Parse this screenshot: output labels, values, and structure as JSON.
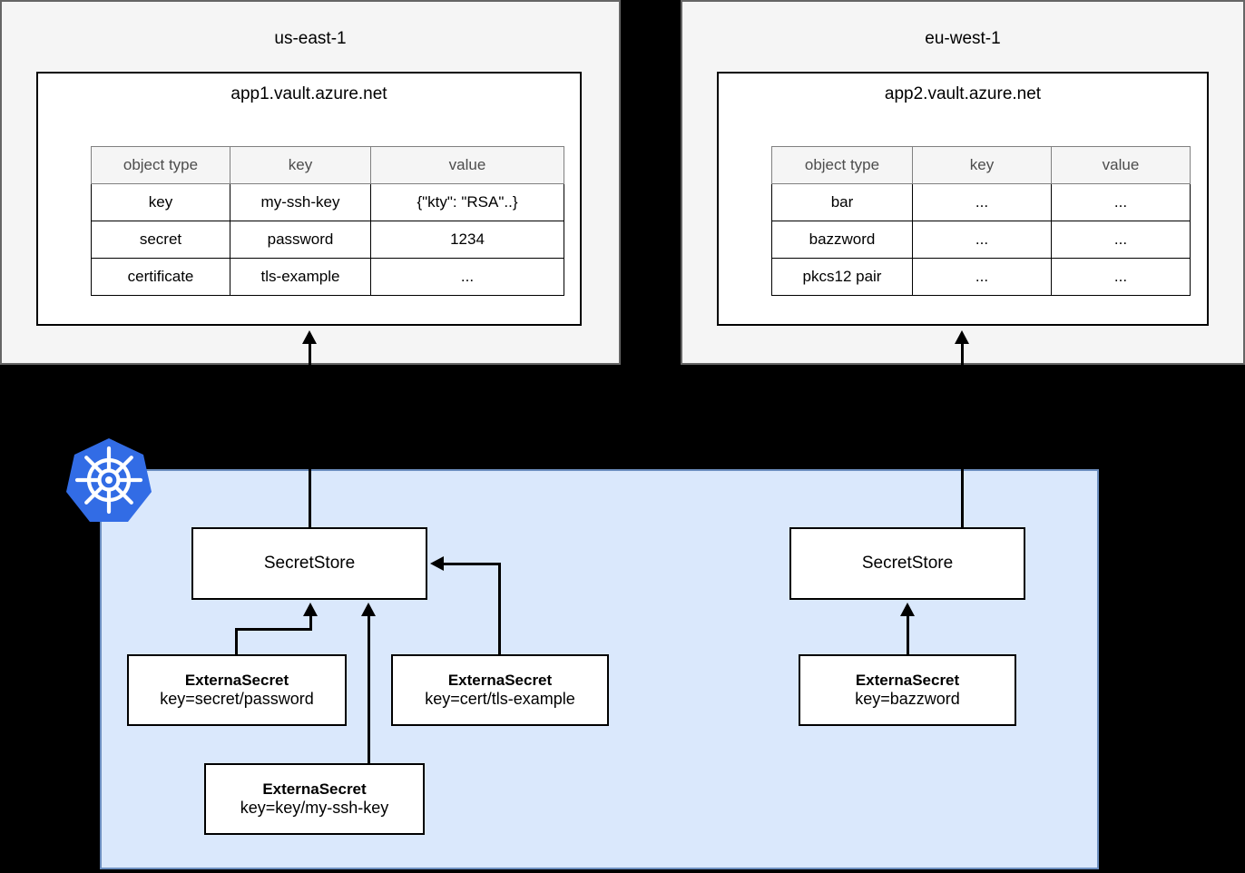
{
  "background_color": "#000000",
  "colors": {
    "region_panel_fill": "#f5f5f5",
    "region_panel_border": "#666666",
    "vault_box_fill": "#ffffff",
    "vault_box_border": "#000000",
    "cluster_fill": "#dae8fc",
    "cluster_border": "#6c8ebf",
    "k8s_blue": "#326ce5",
    "table_header_fill": "#f5f5f5",
    "table_header_text": "#4d4d4d",
    "line": "#000000"
  },
  "regions": [
    {
      "name": "us-east-1",
      "vault": {
        "title": "app1.vault.azure.net",
        "table": {
          "headers": [
            "object type",
            "key",
            "value"
          ],
          "rows": [
            [
              "key",
              "my-ssh-key",
              "{\"kty\": \"RSA\"..}"
            ],
            [
              "secret",
              "password",
              "1234"
            ],
            [
              "certificate",
              "tls-example",
              "..."
            ]
          ]
        }
      }
    },
    {
      "name": "eu-west-1",
      "vault": {
        "title": "app2.vault.azure.net",
        "table": {
          "headers": [
            "object type",
            "key",
            "value"
          ],
          "rows": [
            [
              "bar",
              "...",
              "..."
            ],
            [
              "bazzword",
              "...",
              "..."
            ],
            [
              "pkcs12 pair",
              "...",
              "..."
            ]
          ]
        }
      }
    }
  ],
  "cluster": {
    "logo_name": "kubernetes-logo",
    "stores": [
      {
        "label": "SecretStore"
      },
      {
        "label": "SecretStore"
      }
    ],
    "external_secrets": [
      {
        "title": "ExternaSecret",
        "detail": "key=secret/password"
      },
      {
        "title": "ExternaSecret",
        "detail": "key=cert/tls-example"
      },
      {
        "title": "ExternaSecret",
        "detail": "key=key/my-ssh-key"
      },
      {
        "title": "ExternaSecret",
        "detail": "key=bazzword"
      }
    ]
  }
}
